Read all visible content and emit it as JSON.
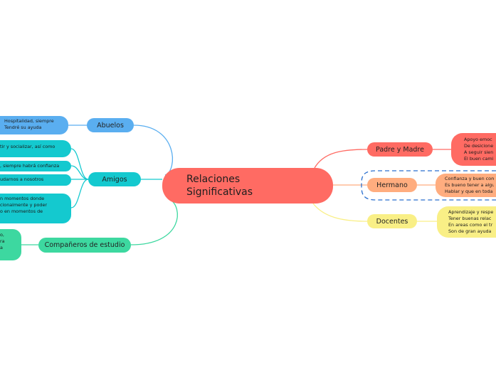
{
  "colors": {
    "center": "#ff6b63",
    "abuelos": "#5aaef0",
    "amigos": "#14c9cf",
    "companeros": "#3dd8a0",
    "padres": "#ff6b63",
    "hermano": "#ffad7f",
    "docentes": "#f9ef86",
    "boundary": "#2a6fcf"
  },
  "center": {
    "line1": "Relaciones",
    "line2": "Significativas"
  },
  "branches": {
    "abuelos": {
      "label": "Abuelos",
      "leaf": [
        "Hospitalidad, siempre",
        "Tendré su ayuda"
      ]
    },
    "amigos": {
      "label": "Amigos",
      "leaves": [
        {
          "lines": [
            "tir y socializar, así como"
          ]
        },
        {
          "lines": [
            ", siempre habrá confianza"
          ]
        },
        {
          "lines": [
            "udarnos a nosotros"
          ]
        },
        {
          "lines": [
            "n momentos donde",
            "cionalmente y poder",
            "o en momentos de"
          ]
        }
      ]
    },
    "companeros": {
      "label": "Compañeros de estudio",
      "leaf": [
        "o,",
        "ra",
        "a"
      ]
    },
    "padres": {
      "label": "Padre y Madre",
      "leaf": [
        "Apoyo emoc",
        "De desicione",
        "A seguir sien",
        "El buen cami"
      ]
    },
    "hermano": {
      "label": "Hermano",
      "leaf": [
        "Confianza y buen com",
        "Es bueno tener a algu",
        "Hablar y que en toda"
      ]
    },
    "docentes": {
      "label": "Docentes",
      "leaf": [
        "Aprendizaje y respe",
        "Tener buenas relac",
        "En areas como el tr",
        "Son de gran ayuda"
      ]
    }
  }
}
